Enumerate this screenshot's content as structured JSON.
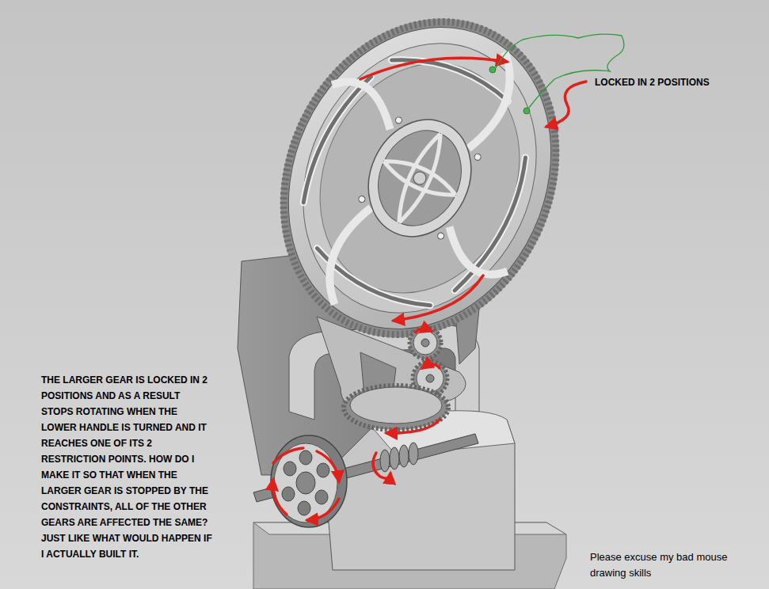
{
  "diagram": {
    "labels": [
      "LOCKED IN 2 POSITIONS",
      "THE LARGER GEAR IS LOCKED IN 2 POSITIONS AND AS A RESULT STOPS ROTATING WHEN THE LOWER HANDLE IS TURNED AND IT REACHES ONE OF ITS 2 RESTRICTION POINTS. HOW DO I MAKE IT SO THAT WHEN THE LARGER GEAR IS STOPPED BY THE CONSTRAINTS, ALL OF THE OTHER GEARS ARE AFFECTED THE SAME? JUST LIKE WHAT WOULD HAPPEN IF I ACTUALLY BUILT IT.",
      "Please excuse my bad mouse drawing skills"
    ]
  }
}
